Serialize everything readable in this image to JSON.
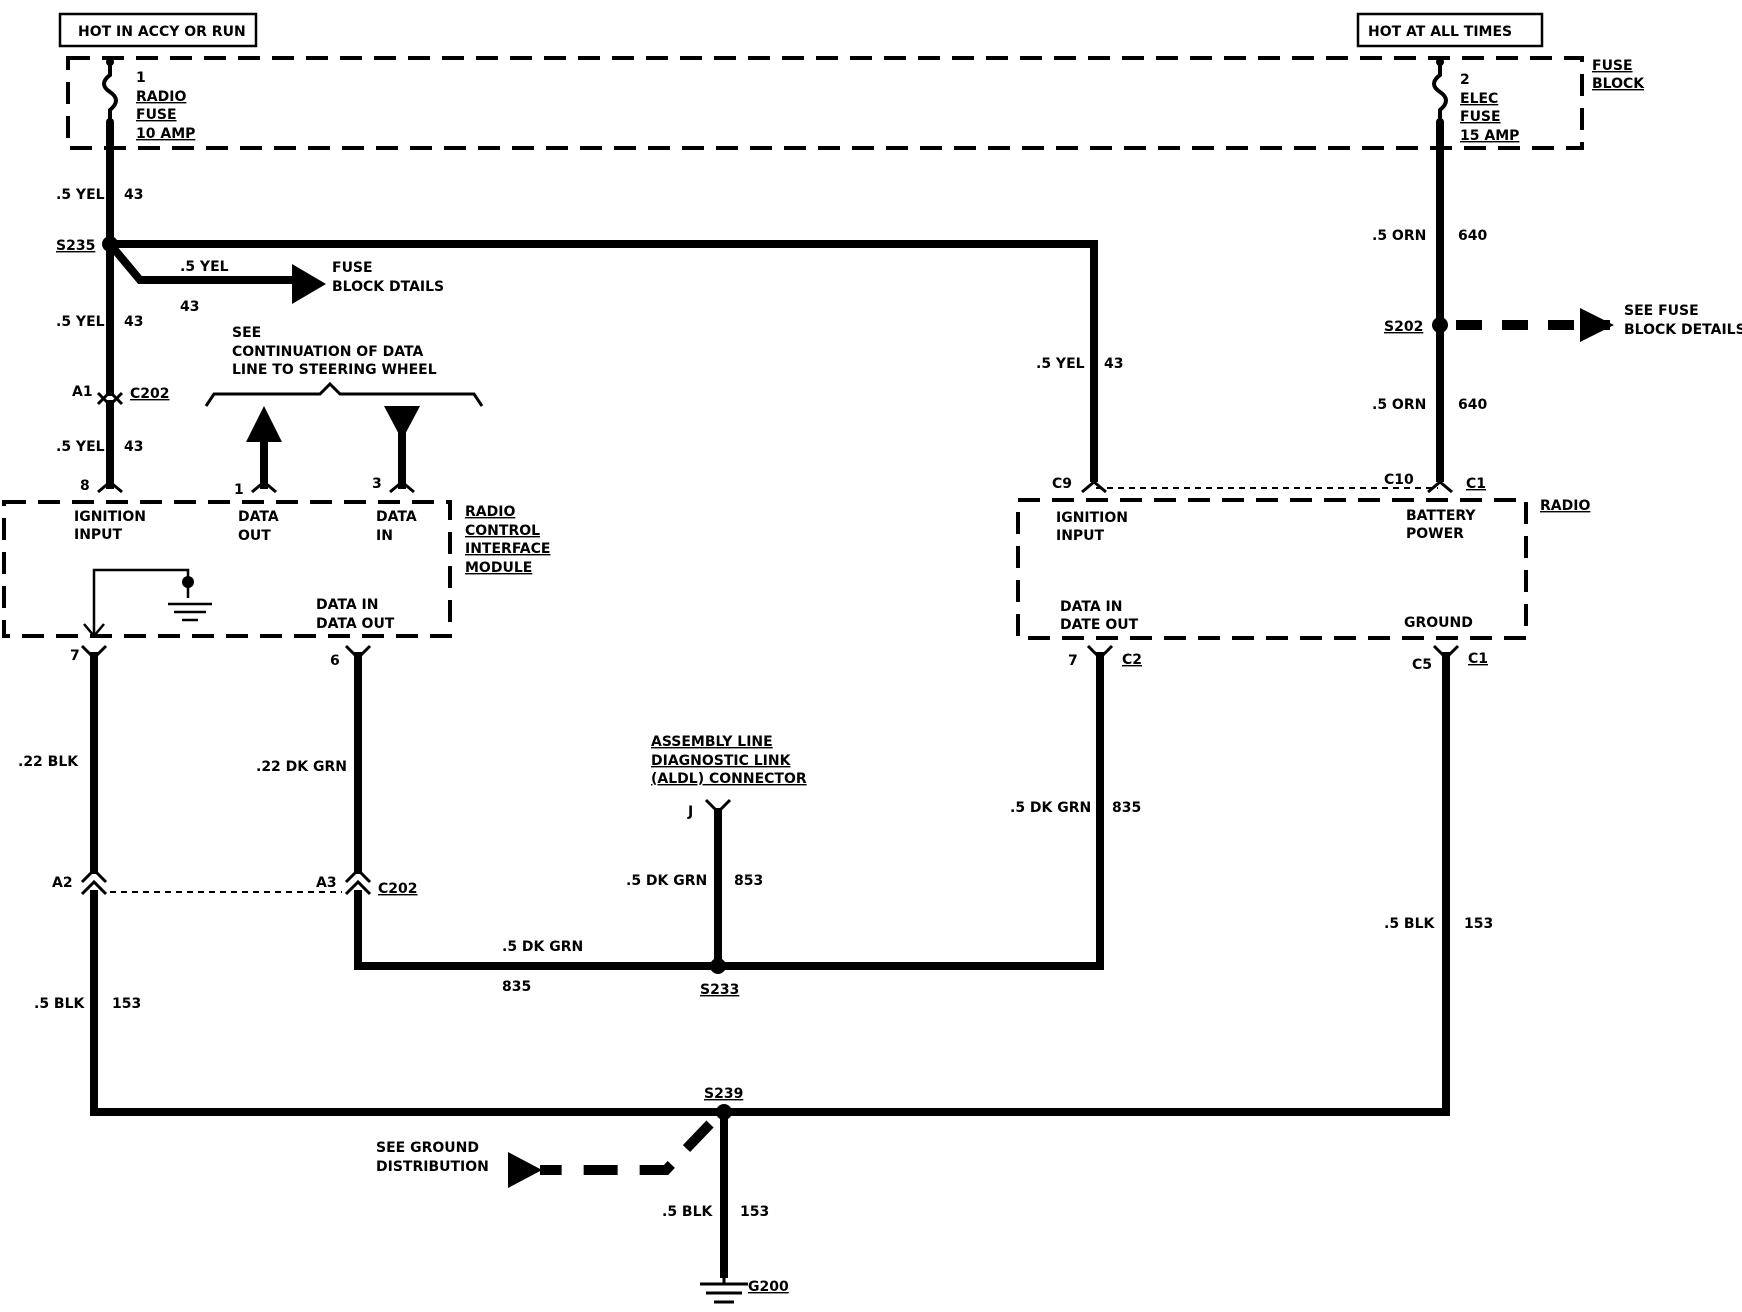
{
  "headers": {
    "accy": "HOT IN ACCY OR RUN",
    "always": "HOT AT ALL TIMES"
  },
  "fuse_block": {
    "line1": "FUSE",
    "line2": "BLOCK"
  },
  "fuse1": {
    "num": "1",
    "l1": "RADIO",
    "l2": "FUSE",
    "l3": "10 AMP"
  },
  "fuse2": {
    "num": "2",
    "l1": "ELEC",
    "l2": "FUSE",
    "l3": "15 AMP"
  },
  "wires": {
    "yel": ".5 YEL",
    "c43": "43",
    "orn": ".5 ORN",
    "c640": "640",
    "blk22": ".22 BLK",
    "dkgrn22": ".22 DK GRN",
    "dkgrn": ".5 DK GRN",
    "c835": "835",
    "c853": "853",
    "blk": ".5 BLK",
    "c153": "153"
  },
  "splices": {
    "s235": "S235",
    "s202": "S202",
    "s233": "S233",
    "s239": "S239"
  },
  "ground": "G200",
  "connectors": {
    "c202": "C202",
    "a1": "A1",
    "a2": "A2",
    "a3": "A3",
    "c9": "C9",
    "c10": "C10",
    "c1": "C1",
    "c2": "C2",
    "c5": "C5",
    "j": "J",
    "p8": "8",
    "p1": "1",
    "p3": "3",
    "p7": "7",
    "p6": "6"
  },
  "refs": {
    "fuse_dtails": [
      "FUSE",
      "BLOCK DTAILS"
    ],
    "see_fuse": [
      "SEE FUSE",
      "BLOCK DETAILS"
    ],
    "steering": [
      "SEE",
      "CONTINUATION OF DATA",
      "LINE TO  STEERING WHEEL"
    ],
    "ground_dist": [
      "SEE GROUND",
      "DISTRIBUTION"
    ],
    "aldl": [
      "ASSEMBLY LINE",
      "DIAGNOSTIC LINK",
      "(ALDL) CONNECTOR"
    ]
  },
  "rcim": {
    "title": [
      "RADIO",
      "CONTROL",
      "INTERFACE",
      "MODULE"
    ],
    "ign": [
      "IGNITION",
      "INPUT"
    ],
    "dout": [
      "DATA",
      "OUT"
    ],
    "din": [
      "DATA",
      "IN"
    ],
    "dinout": [
      "DATA IN",
      "DATA OUT"
    ]
  },
  "radio": {
    "title": "RADIO",
    "ign": [
      "IGNITION",
      "INPUT"
    ],
    "bat": [
      "BATTERY",
      "POWER"
    ],
    "data": [
      "DATA IN",
      "DATE OUT"
    ],
    "gnd": "GROUND"
  }
}
